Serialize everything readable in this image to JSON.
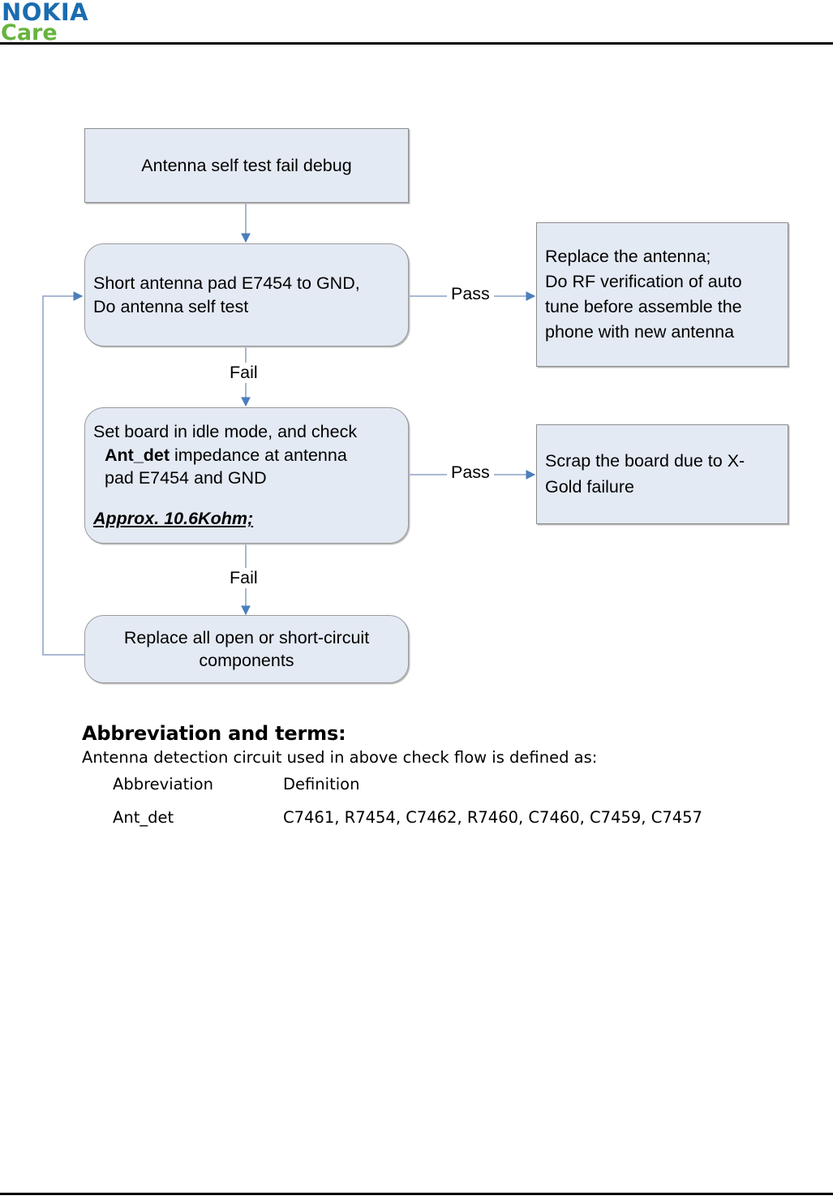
{
  "header": {
    "logo_top": "NOKIA",
    "logo_bottom": "Care"
  },
  "flowchart": {
    "nodes": {
      "start": "Antenna self test fail debug",
      "short_pad_line1": "Short antenna pad E7454 to GND,",
      "short_pad_line2": "Do antenna self test",
      "replace_antenna_line1": "Replace the antenna;",
      "replace_antenna_line2": "Do RF verification of auto",
      "replace_antenna_line3": "tune before assemble the",
      "replace_antenna_line4": "phone with new antenna",
      "idle_mode_line1": "Set board in idle mode, and check",
      "idle_mode_line2_bold": "Ant_det",
      "idle_mode_line2_rest": " impedance at antenna",
      "idle_mode_line3": "pad E7454 and GND",
      "idle_mode_line4": "Approx. 10.6Kohm;",
      "scrap_board_line1": "Scrap the board due to X-",
      "scrap_board_line2": "Gold failure",
      "replace_components_line1": "Replace all open or short-circuit",
      "replace_components_line2": "components"
    },
    "edge_labels": {
      "pass_1": "Pass",
      "fail_1": "Fail",
      "pass_2": "Pass",
      "fail_2": "Fail"
    },
    "colors": {
      "node_fill": "#e4eaf4",
      "node_border": "#8d8d8d",
      "connector": "#9dafd0",
      "arrowhead": "#4a7ebb"
    }
  },
  "terms": {
    "heading": "Abbreviation and terms:",
    "intro": "Antenna detection circuit used in above check flow is defined as:",
    "columns": [
      "Abbreviation",
      "Definition"
    ],
    "rows": [
      {
        "abbreviation": "Ant_det",
        "definition": "C7461, R7454, C7462, R7460, C7460, C7459, C7457"
      }
    ]
  }
}
